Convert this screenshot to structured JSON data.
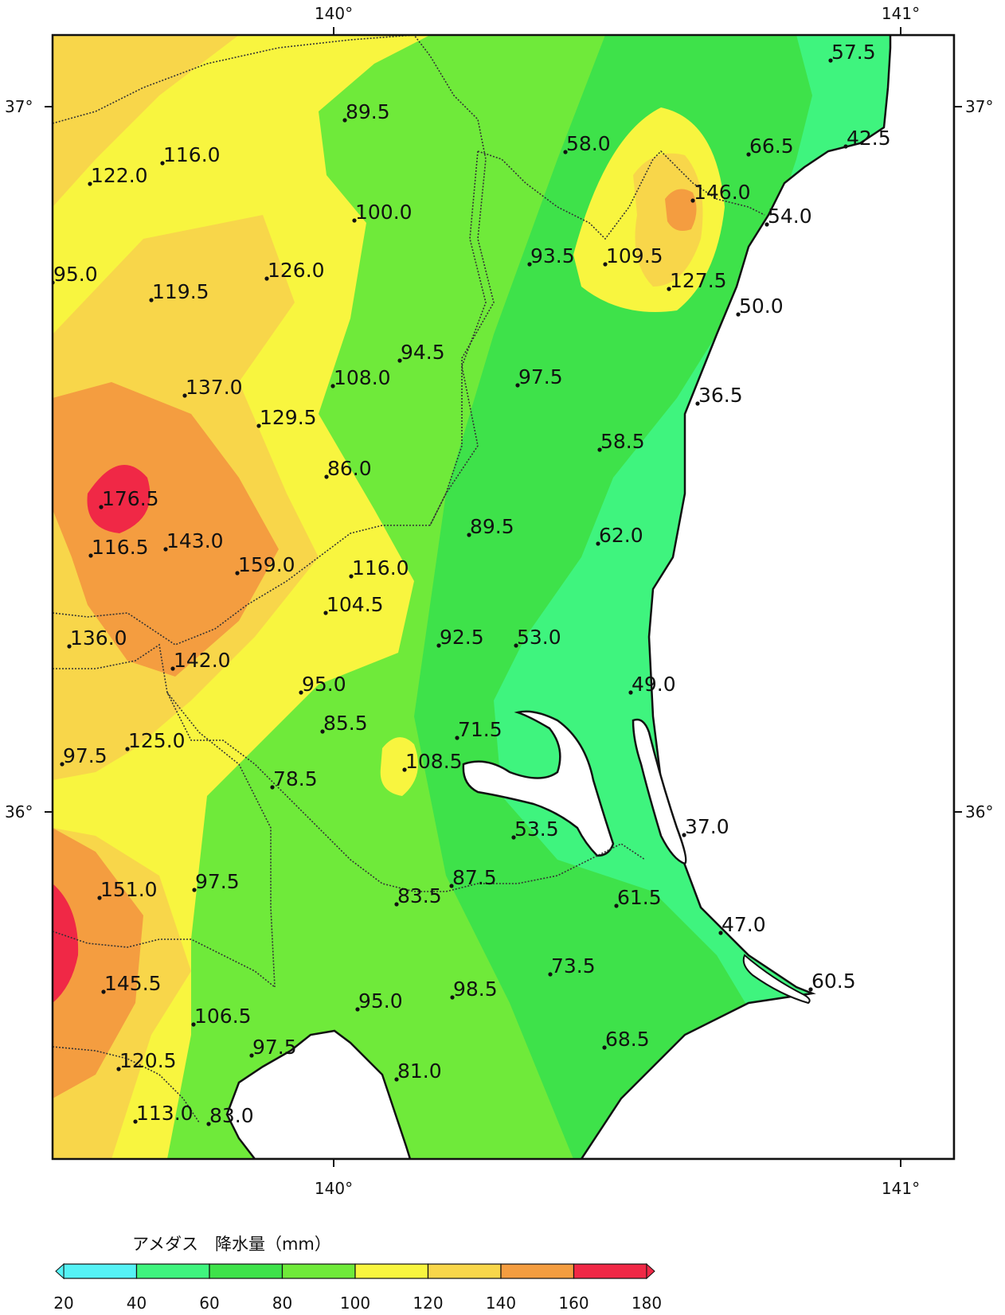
{
  "title": "アメダス　降水量（mm）",
  "axes": {
    "top_ticks": [
      "140°",
      "141°"
    ],
    "bottom_ticks": [
      "140°",
      "141°"
    ],
    "left_ticks": [
      "37°",
      "36°"
    ],
    "right_ticks": [
      "37°",
      "36°"
    ]
  },
  "legend": {
    "ticks": [
      "20",
      "40",
      "60",
      "80",
      "100",
      "120",
      "140",
      "160",
      "180"
    ],
    "colors": [
      "#55f2f5",
      "#3ff47e",
      "#3ee24a",
      "#6fea3a",
      "#f8f53f",
      "#f8d64a",
      "#f49d40",
      "#f02846"
    ]
  },
  "stations": [
    {
      "label": "57.5"
    },
    {
      "label": "89.5"
    },
    {
      "label": "58.0"
    },
    {
      "label": "66.5"
    },
    {
      "label": "42.5"
    },
    {
      "label": "116.0"
    },
    {
      "label": "122.0"
    },
    {
      "label": "146.0"
    },
    {
      "label": "100.0"
    },
    {
      "label": "54.0"
    },
    {
      "label": "93.5"
    },
    {
      "label": "109.5"
    },
    {
      "label": "126.0"
    },
    {
      "label": "127.5"
    },
    {
      "label": "95.0"
    },
    {
      "label": "119.5"
    },
    {
      "label": "50.0"
    },
    {
      "label": "94.5"
    },
    {
      "label": "108.0"
    },
    {
      "label": "97.5"
    },
    {
      "label": "137.0"
    },
    {
      "label": "36.5"
    },
    {
      "label": "129.5"
    },
    {
      "label": "58.5"
    },
    {
      "label": "86.0"
    },
    {
      "label": "176.5"
    },
    {
      "label": "89.5"
    },
    {
      "label": "62.0"
    },
    {
      "label": "116.5"
    },
    {
      "label": "143.0"
    },
    {
      "label": "159.0"
    },
    {
      "label": "116.0"
    },
    {
      "label": "104.5"
    },
    {
      "label": "136.0"
    },
    {
      "label": "92.5"
    },
    {
      "label": "53.0"
    },
    {
      "label": "142.0"
    },
    {
      "label": "95.0"
    },
    {
      "label": "49.0"
    },
    {
      "label": "85.5"
    },
    {
      "label": "71.5"
    },
    {
      "label": "97.5"
    },
    {
      "label": "125.0"
    },
    {
      "label": "108.5"
    },
    {
      "label": "78.5"
    },
    {
      "label": "53.5"
    },
    {
      "label": "37.0"
    },
    {
      "label": "151.0"
    },
    {
      "label": "97.5"
    },
    {
      "label": "87.5"
    },
    {
      "label": "83.5"
    },
    {
      "label": "61.5"
    },
    {
      "label": "47.0"
    },
    {
      "label": "73.5"
    },
    {
      "label": "145.5"
    },
    {
      "label": "60.5"
    },
    {
      "label": "98.5"
    },
    {
      "label": "95.0"
    },
    {
      "label": "106.5"
    },
    {
      "label": "68.5"
    },
    {
      "label": "97.5"
    },
    {
      "label": "120.5"
    },
    {
      "label": "81.0"
    },
    {
      "label": "113.0"
    },
    {
      "label": "83.0"
    }
  ]
}
